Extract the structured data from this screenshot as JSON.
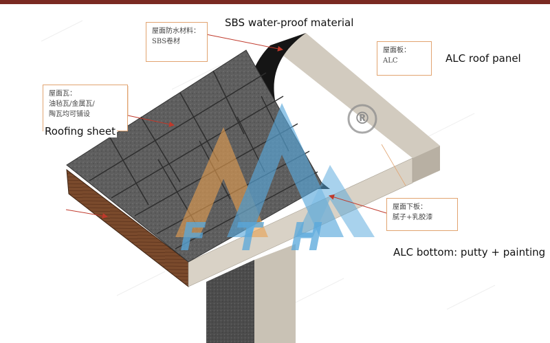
{
  "labels": {
    "sbs_en": "SBS water-proof material",
    "panel_en": "ALC roof panel",
    "sheet_en": "Roofing sheet",
    "bottom_en": "ALC bottom: putty + painting"
  },
  "callouts": {
    "sbs": {
      "line1": "屋面防水材料：",
      "line2": "SBS卷材"
    },
    "panel": {
      "line1": "屋面板：",
      "line2": "ALC"
    },
    "sheet": {
      "line1": "屋面瓦：",
      "line2": "油毡瓦/金属瓦/",
      "line3": "陶瓦均可铺设"
    },
    "bottom": {
      "line1": "屋面下板：",
      "line2": "腻子+乳胶漆"
    }
  },
  "watermark": {
    "text": "FTH",
    "registered": "®"
  },
  "colors": {
    "arrow": "#c0392b",
    "callout_border": "#e1a36f",
    "logo_blue": "#58a8dc",
    "logo_orange": "#e8a050",
    "topbar": "#7a2a22"
  }
}
